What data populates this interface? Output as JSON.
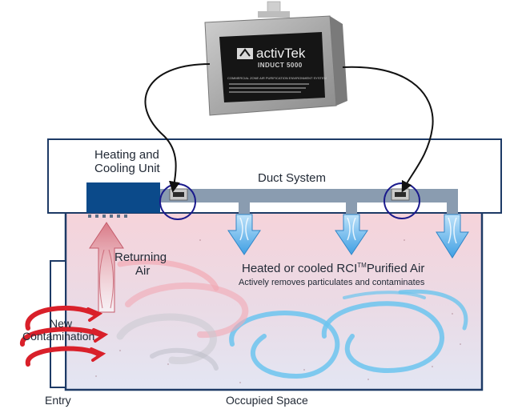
{
  "device": {
    "brand": "activTek",
    "model": "INDUCT 5000",
    "tagline": "COMMERCIAL ZONE AIR PURIFICATION ENVIRONMENT SYSTEM"
  },
  "labels": {
    "heating_unit_line1": "Heating and",
    "heating_unit_line2": "Cooling Unit",
    "duct_system": "Duct System",
    "returning_line1": "Returning",
    "returning_line2": "Air",
    "purified_air_pre": "Heated or cooled RCI",
    "purified_air_tm": "TM",
    "purified_air_post": "Purified Air",
    "purified_air_sub": "Actively removes particulates and contaminates",
    "new_line1": "New",
    "new_line2": "Contamination",
    "entry": "Entry",
    "occupied_space": "Occupied Space"
  },
  "colors": {
    "unit_blue": "#0b4a8a",
    "duct_gray": "#8a9cb0",
    "outline_navy": "#1d3a66",
    "circle_navy": "#1a1a8c",
    "room_pink": "#f6d3da",
    "room_lavender": "#e6e6f4",
    "arrow_blue": "#4aa6e6",
    "swirl_blue": "#6cc4ee",
    "swirl_pink": "#f2a9b4",
    "contamination_red": "#d9202a"
  }
}
